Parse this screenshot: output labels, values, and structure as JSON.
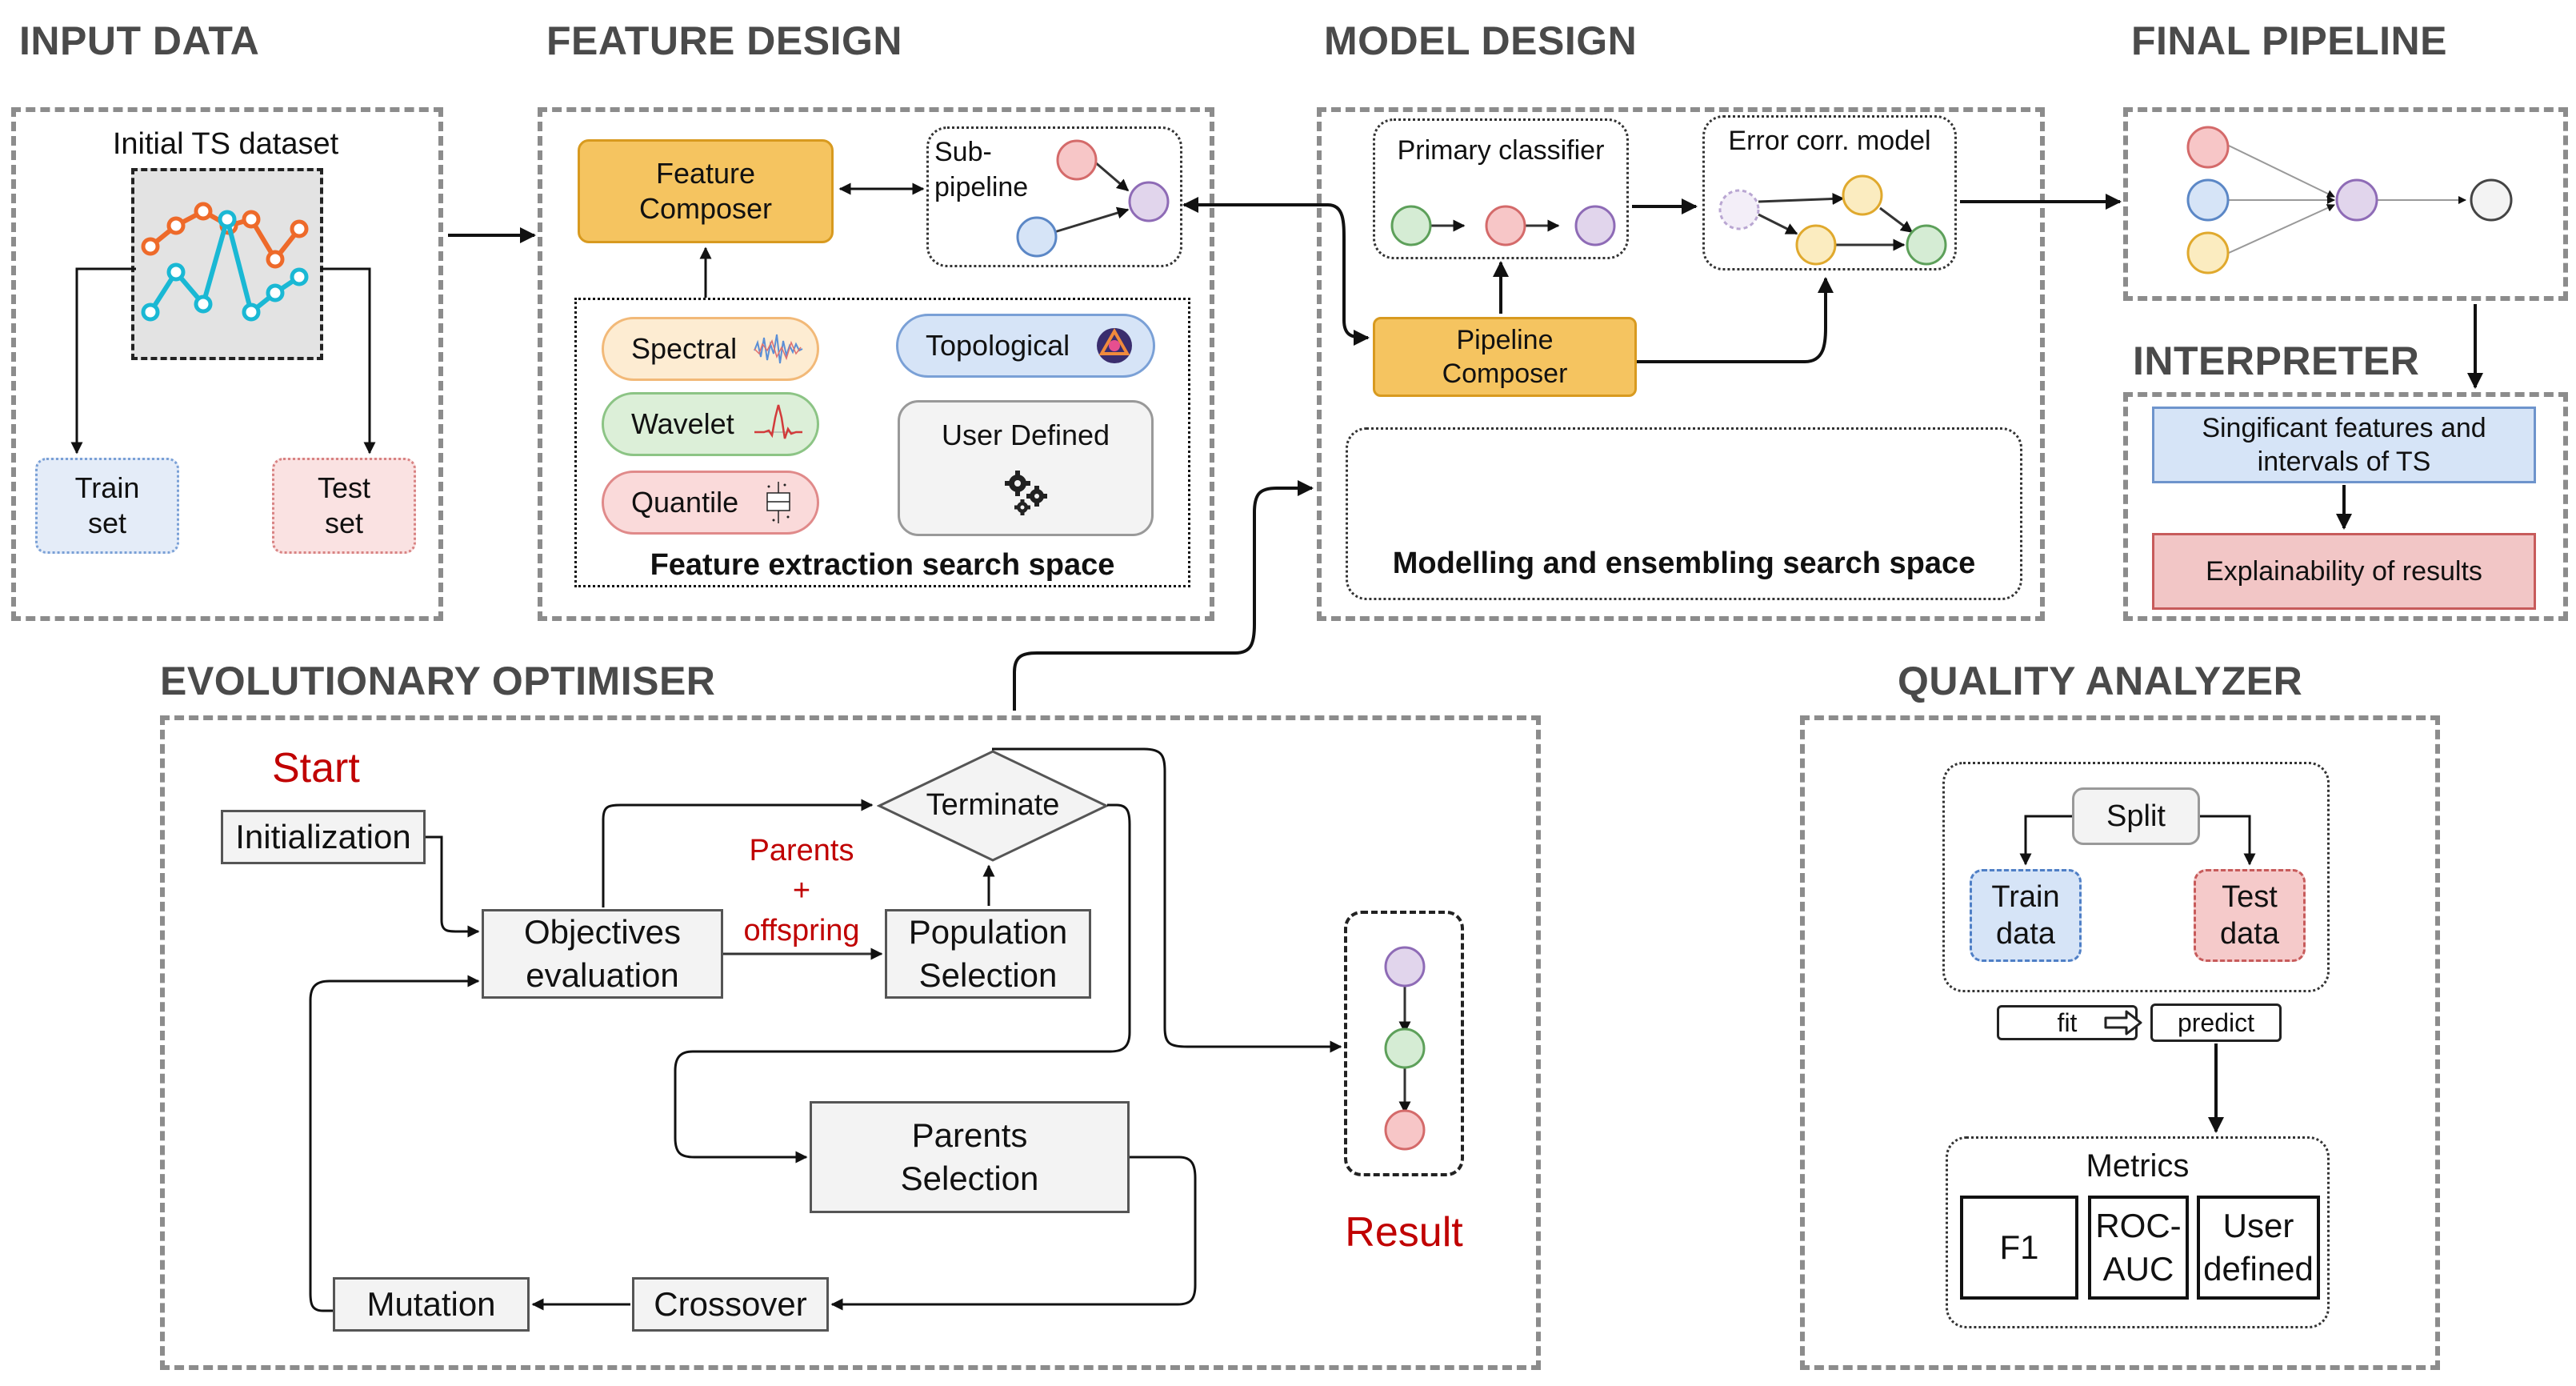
{
  "sections": {
    "input_data": "INPUT DATA",
    "feature_design": "FEATURE DESIGN",
    "model_design": "MODEL DESIGN",
    "final_pipeline": "FINAL PIPELINE",
    "interpreter": "INTERPRETER",
    "evolutionary_optimiser": "EVOLUTIONARY OPTIMISER",
    "quality_analyzer": "QUALITY ANALYZER"
  },
  "input": {
    "dataset_title": "Initial TS dataset",
    "train_line1": "Train",
    "train_line2": "set",
    "test_line1": "Test",
    "test_line2": "set"
  },
  "feature": {
    "composer_line1": "Feature",
    "composer_line2": "Composer",
    "subpipeline_line1": "Sub-",
    "subpipeline_line2": "pipeline",
    "spectral": "Spectral",
    "wavelet": "Wavelet",
    "quantile": "Quantile",
    "topological": "Topological",
    "user_defined": "User Defined",
    "search_space": "Feature extraction search space"
  },
  "model": {
    "primary_classifier": "Primary classifier",
    "error_corr": "Error corr. model",
    "pipeline_composer_line1": "Pipeline",
    "pipeline_composer_line2": "Composer",
    "search_space": "Modelling and ensembling search space"
  },
  "interpreter": {
    "significant_line1": "Singificant features and",
    "significant_line2": "intervals of TS",
    "explainability": "Explainability of results"
  },
  "evo": {
    "start": "Start",
    "initialization": "Initialization",
    "objectives_line1": "Objectives",
    "objectives_line2": "evaluation",
    "terminate": "Terminate",
    "parents_plus_1": "Parents",
    "parents_plus_2": "+",
    "parents_plus_3": "offspring",
    "population_line1": "Population",
    "population_line2": "Selection",
    "parents_sel_line1": "Parents",
    "parents_sel_line2": "Selection",
    "mutation": "Mutation",
    "crossover": "Crossover",
    "result": "Result"
  },
  "quality": {
    "split": "Split",
    "train_line1": "Train",
    "train_line2": "data",
    "test_line1": "Test",
    "test_line2": "data",
    "fit": "fit",
    "predict": "predict",
    "metrics": "Metrics",
    "f1": "F1",
    "roc_line1": "ROC-",
    "roc_line2": "AUC",
    "user_line1": "User",
    "user_line2": "defined"
  },
  "colors": {
    "orange_fill": "#f5c460",
    "orange_border": "#d89a1f",
    "red_accent": "#c00000",
    "panel_border": "#8c8c8c",
    "node_red": "#f7c6c7",
    "node_purple": "#e1d5ec",
    "node_green": "#d5ecd4",
    "node_blue": "#d6e4f7",
    "node_yellow": "#fbecc0"
  }
}
